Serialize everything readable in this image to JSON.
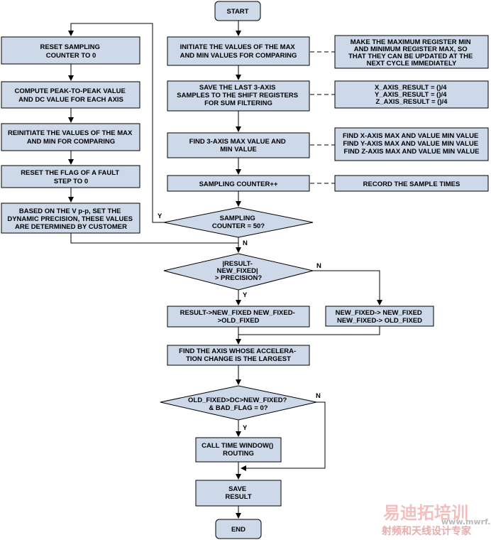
{
  "terminals": {
    "start": "START",
    "end": "END"
  },
  "left_column": {
    "reset_counter": [
      "RESET SAMPLING",
      "COUNTER TO 0"
    ],
    "compute": [
      "COMPUTE PEAK-TO-PEAK VALUE",
      "AND DC VALUE FOR EACH AXIS"
    ],
    "reinitiate": [
      "REINITIATE THE VALUES OF THE MAX",
      "AND MIN FOR COMPARING"
    ],
    "reset_flag": [
      "RESET THE FLAG OF A FAULT",
      "STEP TO 0"
    ],
    "precision": [
      "BASED ON THE V p-p, SET THE",
      "DYNAMIC PRECISION, THESE VALUES",
      "ARE DETERMINED BY CUSTOMER"
    ]
  },
  "main_column": {
    "initiate": [
      "INITIATE THE VALUES OF THE MAX",
      "AND MIN VALUES FOR COMPARING"
    ],
    "save": [
      "SAVE THE LAST 3-AXIS",
      "SAMPLES TO THE SHIFT REGISTERS",
      "FOR SUM FILTERING"
    ],
    "find_max": [
      "FIND 3-AXIS MAX VALUE AND",
      "MIN VALUE"
    ],
    "sampling_counter": [
      "SAMPLING COUNTER++"
    ],
    "decision_counter": [
      "SAMPLING",
      "COUNTER = 50?"
    ],
    "decision_result": [
      "|RESULT-",
      "NEW_FIXED|",
      "> PRECISION?"
    ],
    "result_new": [
      "RESULT->NEW_FIXED NEW_FIXED-",
      ">OLD_FIXED"
    ],
    "find_axis": [
      "FIND THE AXIS WHOSE ACCELERA-",
      "TION CHANGE IS THE LARGEST"
    ],
    "decision_old": [
      "OLD_FIXED>DC>NEW_FIXED?",
      "& BAD_FLAG = 0?"
    ],
    "call_time": [
      "CALL TIME WINDOW()",
      "ROUTING"
    ],
    "save_result": [
      "SAVE",
      "RESULT"
    ]
  },
  "notes": {
    "make_max": [
      "MAKE THE MAXIMUM REGISTER MIN",
      "AND MINIMUM REGISTER MAX, SO",
      "THAT THEY CAN BE UPDATED AT THE",
      "NEXT CYCLE IMMEDIATELY"
    ],
    "axis_results": [
      "X_AXIS_RESULT = ()/4",
      "Y_AXIS_RESULT = ()/4",
      "Z_AXIS_RESULT = ()/4"
    ],
    "find_xyz": [
      "FIND X-AXIS MAX AND VALUE MIN VALUE",
      "FIND Y-AXIS MAX AND VALUE MIN VALUE",
      "FIND Z-AXIS MAX AND VALUE MIN VALUE"
    ],
    "record": [
      "RECORD THE SAMPLE TIMES"
    ]
  },
  "side_box": {
    "new_fixed": [
      "NEW_FIXED-> NEW_FIXED",
      "NEW_FIXED-> OLD_FIXED"
    ]
  },
  "branch_labels": {
    "y_counter": "Y",
    "n_counter": "N",
    "n_result": "N",
    "y_result": "Y",
    "n_old": "N",
    "y_old": "Y"
  },
  "watermark": {
    "line1": "易迪拓培训",
    "line2": "射频和天线设计专家",
    "small": "www.mwrf.cn"
  }
}
